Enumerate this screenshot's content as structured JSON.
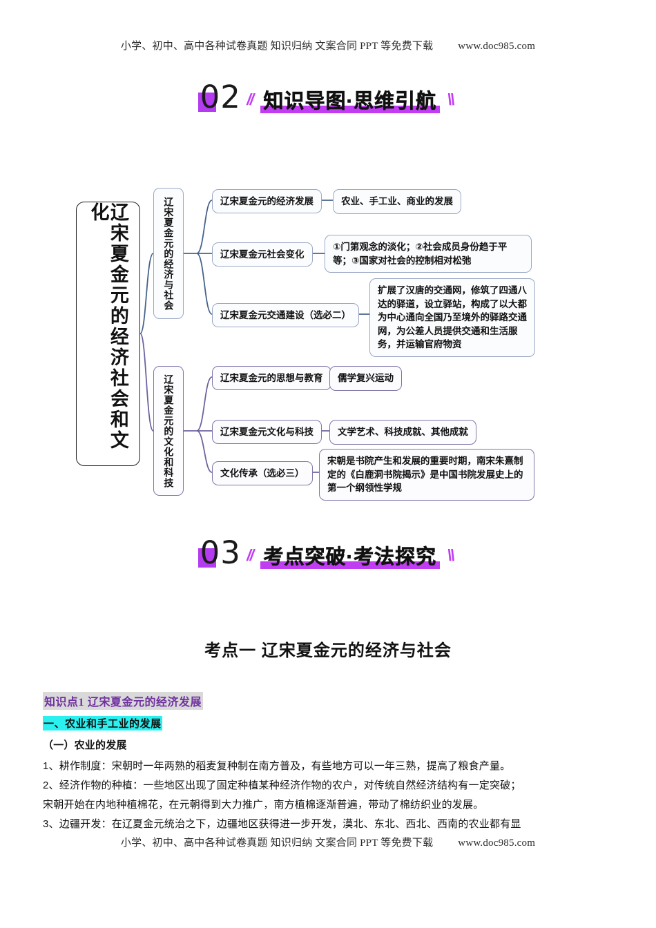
{
  "watermark": {
    "text": "小学、初中、高中各种试卷真题 知识归纳 文案合同 PPT 等免费下载",
    "url": "www.doc985.com"
  },
  "section_02": {
    "number": "02",
    "title": "知识导图·思维引航",
    "slash_left": "//",
    "slash_right": "\\\\"
  },
  "section_03": {
    "number": "03",
    "title": "考点突破·考法探究",
    "slash_left": "//",
    "slash_right": "\\\\"
  },
  "mindmap": {
    "root": "辽宋夏金元的经济社会和文化",
    "branches": [
      {
        "label": "辽宋夏金元的经济与社会",
        "color": "#46628c",
        "items": [
          {
            "label": "辽宋夏金元的经济发展",
            "detail": "农业、手工业、商业的发展"
          },
          {
            "label": "辽宋夏金元社会变化",
            "detail": "①门第观念的淡化；②社会成员身份趋于平等；③国家对社会的控制相对松弛"
          },
          {
            "label": "辽宋夏金元交通建设（选必二）",
            "detail": "扩展了汉唐的交通网，修筑了四通八达的驿道，设立驿站，构成了以大都为中心通向全国乃至境外的驿路交通网，为公差人员提供交通和生活服务，并运输官府物资"
          }
        ]
      },
      {
        "label": "辽宋夏金元的文化和科技",
        "color": "#6b63a0",
        "items": [
          {
            "label": "辽宋夏金元的思想与教育",
            "detail": "儒学复兴运动"
          },
          {
            "label": "辽宋夏金元文化与科技",
            "detail": "文学艺术、科技成就、其他成就"
          },
          {
            "label": "文化传承（选必三）",
            "detail": "宋朝是书院产生和发展的重要时期，南宋朱熹制定的《白鹿洞书院揭示》是中国书院发展史上的第一个纲领性学规"
          }
        ]
      }
    ]
  },
  "content": {
    "kaodian_title": "考点一  辽宋夏金元的经济与社会",
    "zhishidian_prefix": "知识点",
    "zhishidian_num": "1",
    "zhishidian_label": "辽宋夏金元的经济发展",
    "subhead": "一、农业和手工业的发展",
    "sub_subhead": "（一）农业的发展",
    "paragraphs": [
      "1、耕作制度：宋朝时一年两熟的稻麦复种制在南方普及，有些地方可以一年三熟，提高了粮食产量。",
      "2、经济作物的种植：一些地区出现了固定种植某种经济作物的农户，对传统自然经济结构有一定突破；",
      "宋朝开始在内地种植棉花，在元朝得到大力推广，南方植棉逐渐普遍，带动了棉纺织业的发展。",
      "3、边疆开发：在辽夏金元统治之下，边疆地区获得进一步开发，漠北、东北、西北、西南的农业都有显"
    ]
  },
  "colors": {
    "accent_purple": "#c13df2",
    "heading_purple": "#7030a0",
    "highlight_cyan": "#2bf0f0",
    "highlight_gray": "#d9d9d9",
    "branch_blue": "#46628c",
    "branch_violet": "#6b63a0"
  }
}
